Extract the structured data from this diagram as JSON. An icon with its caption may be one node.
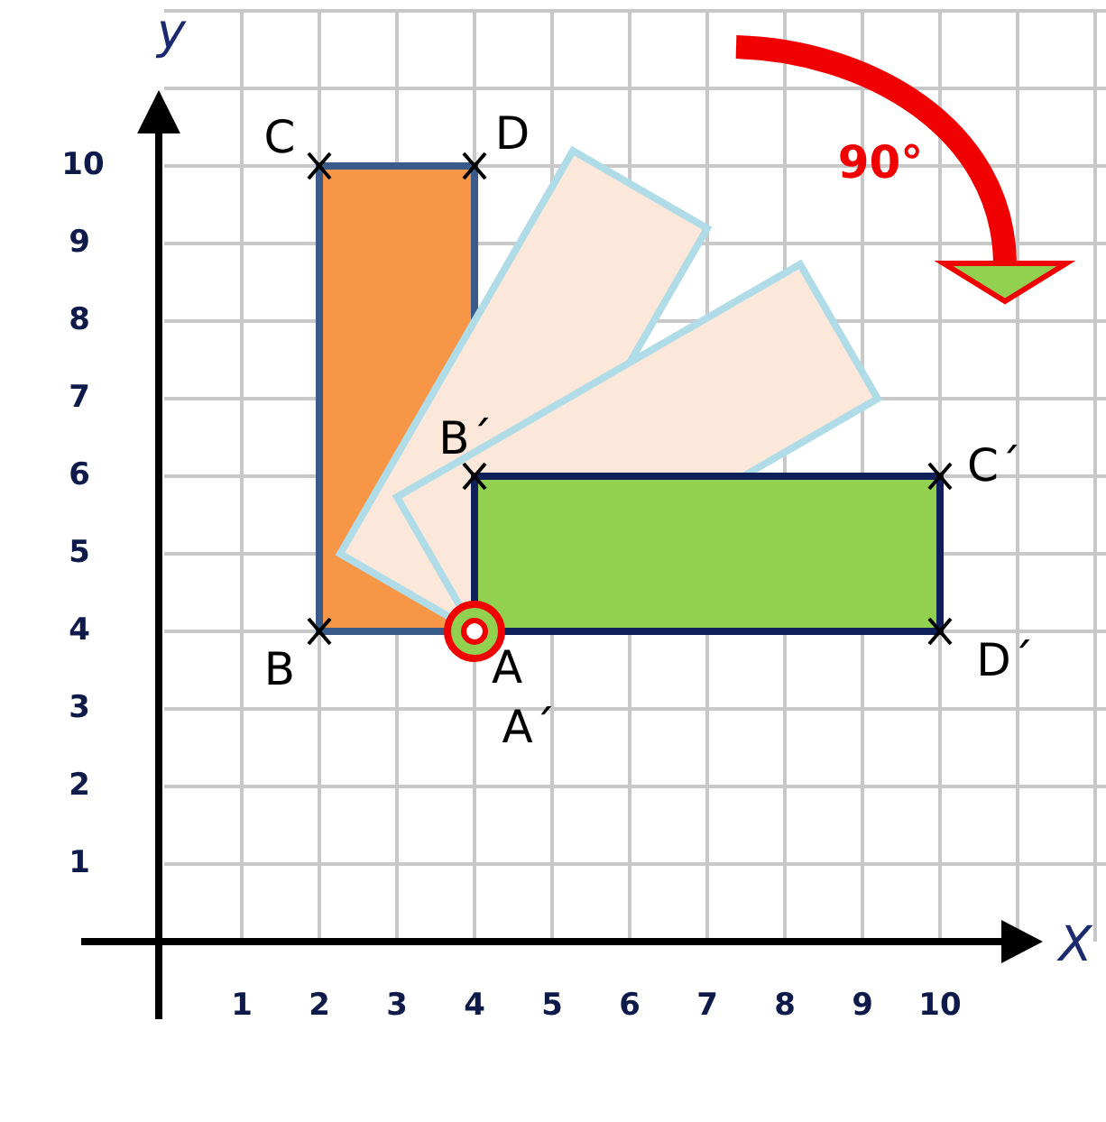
{
  "diagram": {
    "labels": [
      "y",
      "C",
      "D",
      "10",
      "90°",
      "9",
      "8",
      "7",
      "B´",
      "6",
      "C´",
      "5",
      "4",
      "B",
      "A",
      "D´",
      "3",
      "A´",
      "2",
      "1",
      "X",
      "1",
      "2",
      "3",
      "4",
      "5",
      "6",
      "7",
      "8",
      "9",
      "10"
    ]
  }
}
